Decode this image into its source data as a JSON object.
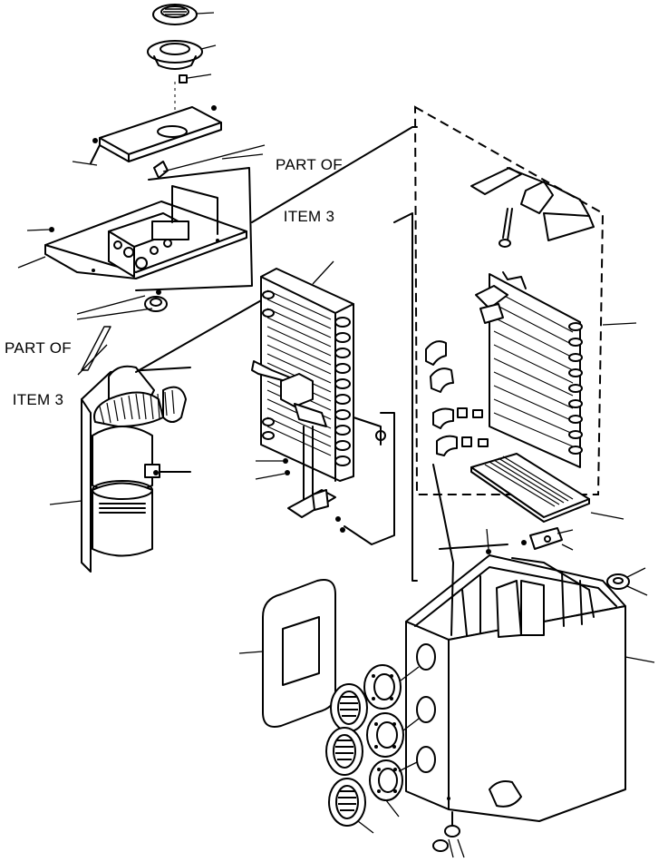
{
  "callouts": {
    "upper": {
      "line1": "PART OF",
      "line2": "ITEM 3"
    },
    "left": {
      "line1": "PART OF",
      "line2": "ITEM 3"
    }
  }
}
